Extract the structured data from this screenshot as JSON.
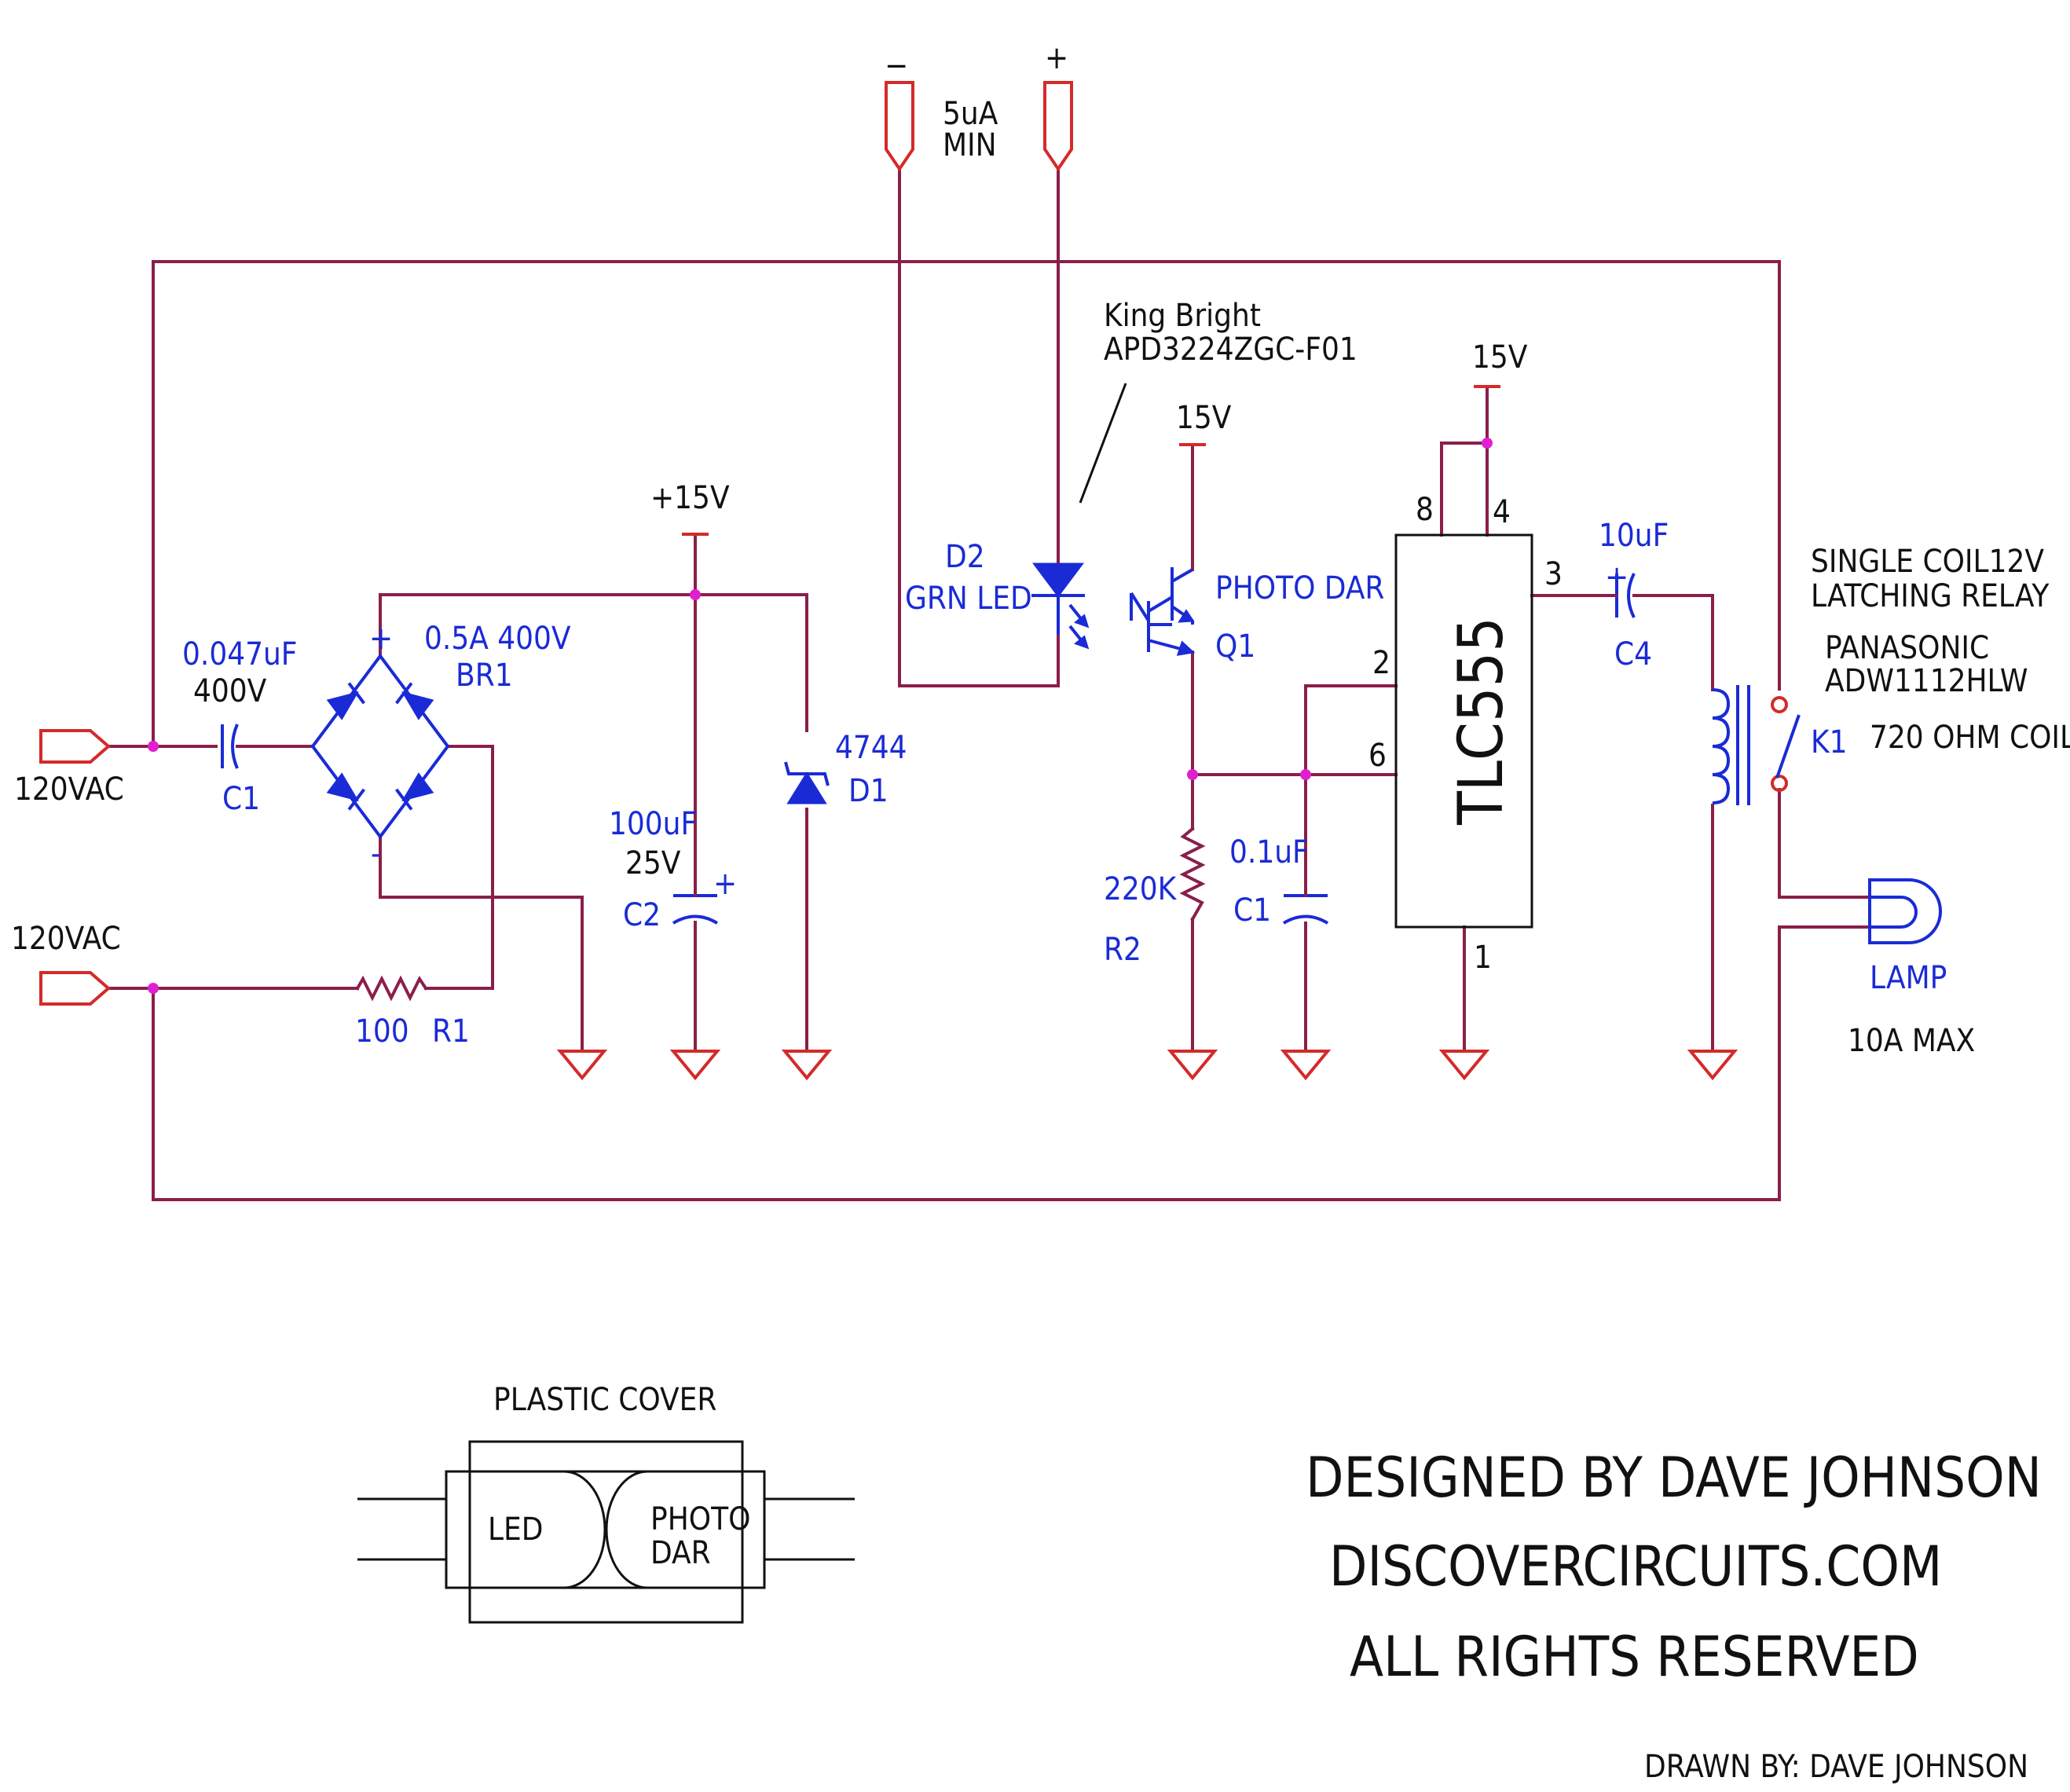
{
  "input": {
    "top_label": "120VAC",
    "bottom_label": "120VAC"
  },
  "c1_input": {
    "value": "0.047uF",
    "voltage": "400V",
    "ref": "C1"
  },
  "bridge": {
    "rating": "0.5A 400V",
    "ref": "BR1",
    "plus": "+",
    "minus": "-"
  },
  "r1": {
    "value": "100",
    "ref": "R1"
  },
  "supply": {
    "label": "+15V"
  },
  "c2": {
    "value": "100uF",
    "voltage": "25V",
    "ref": "C2",
    "polarity": "+"
  },
  "d1": {
    "value": "4744",
    "ref": "D1"
  },
  "meter": {
    "minus": "−",
    "plus": "+",
    "current_line1": "5uA",
    "current_line2": "MIN"
  },
  "optocoupler": {
    "maker": "King Bright",
    "part": "APD3224ZGC-F01"
  },
  "d2": {
    "ref": "D2",
    "desc": "GRN LED"
  },
  "q1": {
    "supply": "15V",
    "desc": "PHOTO DAR",
    "ref": "Q1"
  },
  "r2": {
    "value": "220K",
    "ref": "R2"
  },
  "c1_timer": {
    "value": "0.1uF",
    "ref": "C1"
  },
  "timer": {
    "supply": "15V",
    "name": "TLC555",
    "pins": {
      "p8": "8",
      "p4": "4",
      "p3": "3",
      "p2": "2",
      "p6": "6",
      "p1": "1"
    }
  },
  "c4": {
    "value": "10uF",
    "ref": "C4",
    "polarity": "+"
  },
  "relay": {
    "line1": "SINGLE COIL12V",
    "line2": "LATCHING RELAY",
    "maker": "PANASONIC",
    "part": "ADW1112HLW",
    "ref": "K1",
    "coil": "720 OHM COIL"
  },
  "lamp": {
    "label": "LAMP",
    "rating": "10A MAX"
  },
  "cover": {
    "title": "PLASTIC COVER",
    "led": "LED",
    "photo_line1": "PHOTO",
    "photo_line2": "DAR"
  },
  "credits": {
    "designed": "DESIGNED BY DAVE JOHNSON",
    "site": "DISCOVERCIRCUITS.COM",
    "rights": "ALL RIGHTS RESERVED",
    "drawn": "DRAWN BY: DAVE JOHNSON"
  },
  "colors": {
    "wire": "#8a1f4a",
    "terminal": "#d42a2a",
    "component": "#1a2bd6",
    "junction": "#e020d0",
    "text": "#111111"
  }
}
